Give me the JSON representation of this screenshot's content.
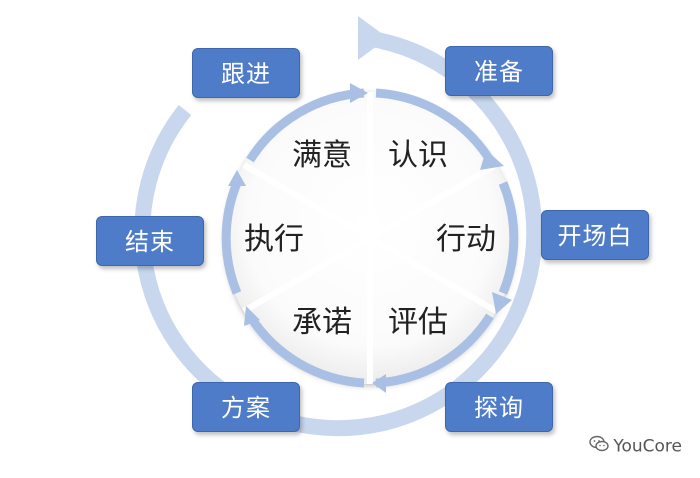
{
  "outer_stages": [
    {
      "key": "prepare",
      "label": "准备"
    },
    {
      "key": "opening",
      "label": "开场白"
    },
    {
      "key": "explore",
      "label": "探询"
    },
    {
      "key": "proposal",
      "label": "方案"
    },
    {
      "key": "close",
      "label": "结束"
    },
    {
      "key": "followup",
      "label": "跟进"
    }
  ],
  "inner_stages": [
    {
      "key": "recognize",
      "label": "认识"
    },
    {
      "key": "act",
      "label": "行动"
    },
    {
      "key": "evaluate",
      "label": "评估"
    },
    {
      "key": "commit",
      "label": "承诺"
    },
    {
      "key": "execute",
      "label": "执行"
    },
    {
      "key": "satisfy",
      "label": "满意"
    }
  ],
  "watermark": {
    "text": "YouCore",
    "icon": "wechat-icon"
  },
  "colors": {
    "box_fill": "#4f7cc8",
    "box_border": "#3d66ad",
    "outer_ring": "#c9d7ee",
    "inner_arrow": "#a9c0e4",
    "divider": "#ffffff"
  }
}
